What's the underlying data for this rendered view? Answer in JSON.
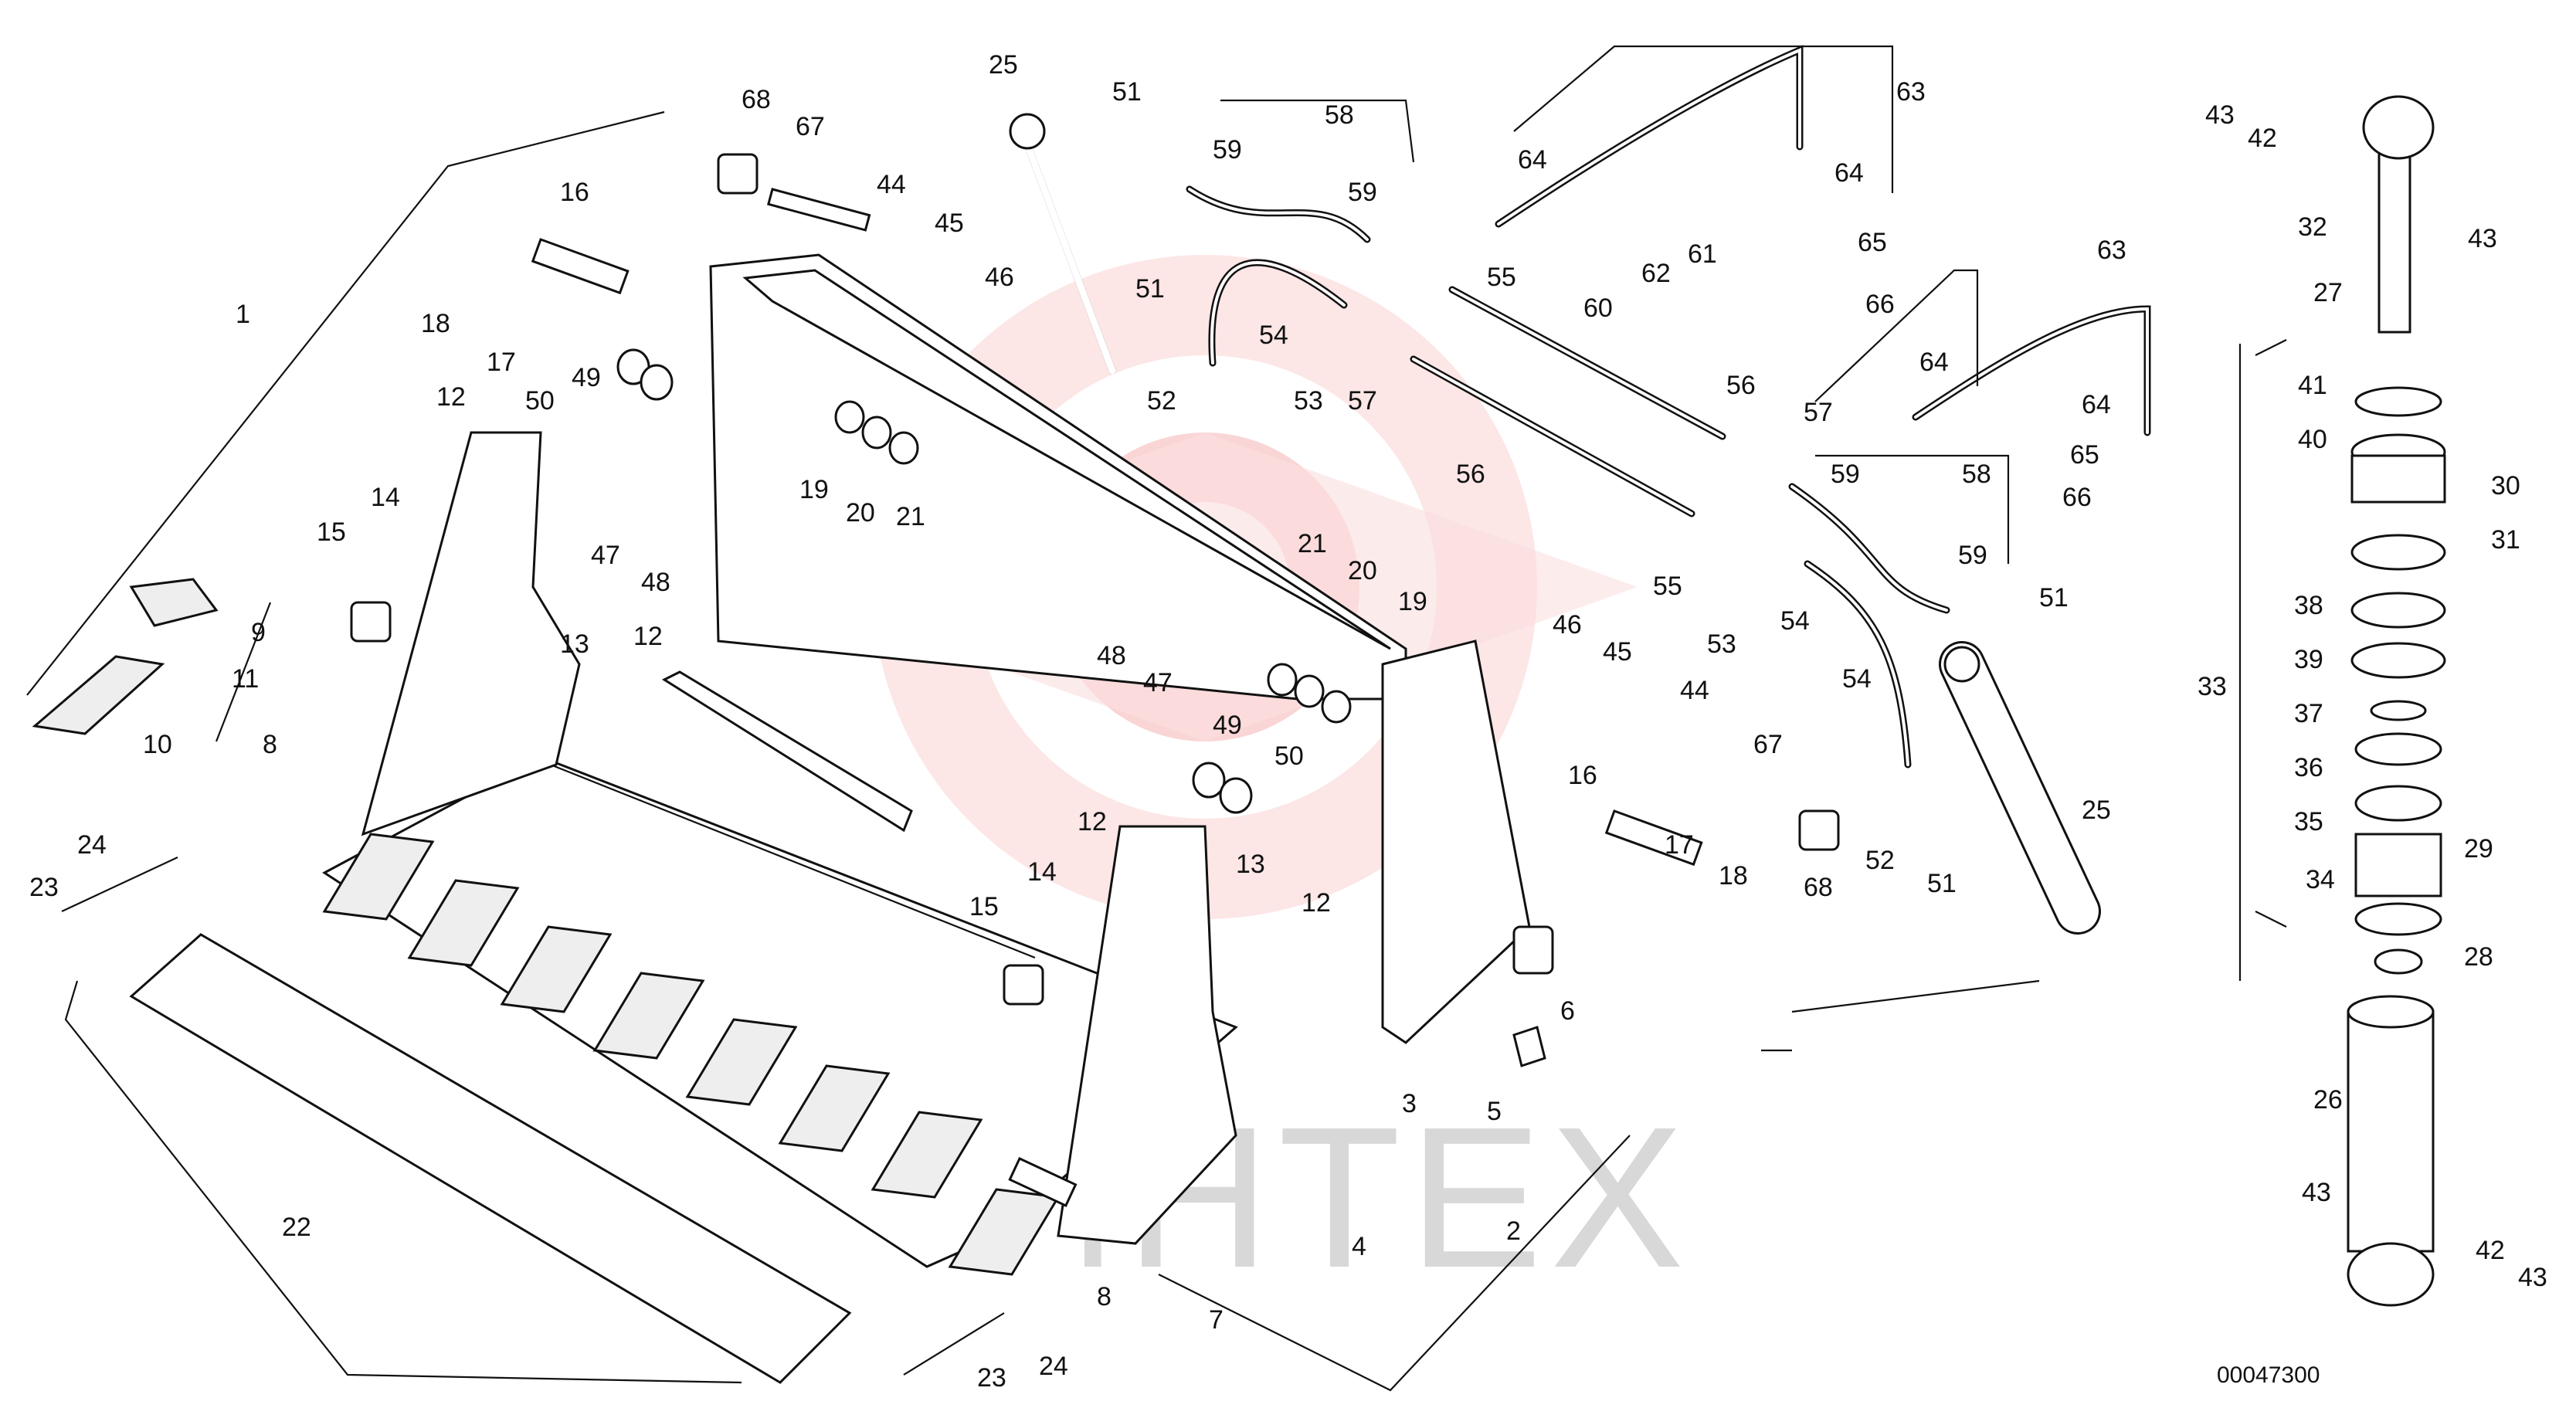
{
  "diagram": {
    "reference_number": "00047300",
    "watermark_text": "ИНТЕХ",
    "watermark_color": "#f6b3b3",
    "callouts": [
      {
        "id": "c1",
        "label": "1"
      },
      {
        "id": "c2",
        "label": "2"
      },
      {
        "id": "c3",
        "label": "3"
      },
      {
        "id": "c4",
        "label": "4"
      },
      {
        "id": "c5",
        "label": "5"
      },
      {
        "id": "c6",
        "label": "6"
      },
      {
        "id": "c7",
        "label": "7"
      },
      {
        "id": "c8a",
        "label": "8"
      },
      {
        "id": "c8b",
        "label": "8"
      },
      {
        "id": "c9",
        "label": "9"
      },
      {
        "id": "c10",
        "label": "10"
      },
      {
        "id": "c11",
        "label": "11"
      },
      {
        "id": "c12a",
        "label": "12"
      },
      {
        "id": "c12b",
        "label": "12"
      },
      {
        "id": "c12c",
        "label": "12"
      },
      {
        "id": "c12d",
        "label": "12"
      },
      {
        "id": "c13a",
        "label": "13"
      },
      {
        "id": "c13b",
        "label": "13"
      },
      {
        "id": "c14a",
        "label": "14"
      },
      {
        "id": "c14b",
        "label": "14"
      },
      {
        "id": "c15a",
        "label": "15"
      },
      {
        "id": "c15b",
        "label": "15"
      },
      {
        "id": "c16a",
        "label": "16"
      },
      {
        "id": "c16b",
        "label": "16"
      },
      {
        "id": "c17a",
        "label": "17"
      },
      {
        "id": "c17b",
        "label": "17"
      },
      {
        "id": "c18a",
        "label": "18"
      },
      {
        "id": "c18b",
        "label": "18"
      },
      {
        "id": "c19a",
        "label": "19"
      },
      {
        "id": "c19b",
        "label": "19"
      },
      {
        "id": "c20a",
        "label": "20"
      },
      {
        "id": "c20b",
        "label": "20"
      },
      {
        "id": "c21a",
        "label": "21"
      },
      {
        "id": "c21b",
        "label": "21"
      },
      {
        "id": "c22",
        "label": "22"
      },
      {
        "id": "c23a",
        "label": "23"
      },
      {
        "id": "c23b",
        "label": "23"
      },
      {
        "id": "c24a",
        "label": "24"
      },
      {
        "id": "c24b",
        "label": "24"
      },
      {
        "id": "c25a",
        "label": "25"
      },
      {
        "id": "c25b",
        "label": "25"
      },
      {
        "id": "c26",
        "label": "26"
      },
      {
        "id": "c27",
        "label": "27"
      },
      {
        "id": "c28",
        "label": "28"
      },
      {
        "id": "c29",
        "label": "29"
      },
      {
        "id": "c30",
        "label": "30"
      },
      {
        "id": "c31",
        "label": "31"
      },
      {
        "id": "c32",
        "label": "32"
      },
      {
        "id": "c33",
        "label": "33"
      },
      {
        "id": "c34",
        "label": "34"
      },
      {
        "id": "c35",
        "label": "35"
      },
      {
        "id": "c36",
        "label": "36"
      },
      {
        "id": "c37",
        "label": "37"
      },
      {
        "id": "c38",
        "label": "38"
      },
      {
        "id": "c39",
        "label": "39"
      },
      {
        "id": "c40",
        "label": "40"
      },
      {
        "id": "c41",
        "label": "41"
      },
      {
        "id": "c42a",
        "label": "42"
      },
      {
        "id": "c42b",
        "label": "42"
      },
      {
        "id": "c43a",
        "label": "43"
      },
      {
        "id": "c43b",
        "label": "43"
      },
      {
        "id": "c43c",
        "label": "43"
      },
      {
        "id": "c43d",
        "label": "43"
      },
      {
        "id": "c44a",
        "label": "44"
      },
      {
        "id": "c44b",
        "label": "44"
      },
      {
        "id": "c45a",
        "label": "45"
      },
      {
        "id": "c45b",
        "label": "45"
      },
      {
        "id": "c46a",
        "label": "46"
      },
      {
        "id": "c46b",
        "label": "46"
      },
      {
        "id": "c47a",
        "label": "47"
      },
      {
        "id": "c47b",
        "label": "47"
      },
      {
        "id": "c48a",
        "label": "48"
      },
      {
        "id": "c48b",
        "label": "48"
      },
      {
        "id": "c49a",
        "label": "49"
      },
      {
        "id": "c49b",
        "label": "49"
      },
      {
        "id": "c50a",
        "label": "50"
      },
      {
        "id": "c50b",
        "label": "50"
      },
      {
        "id": "c51a",
        "label": "51"
      },
      {
        "id": "c51b",
        "label": "51"
      },
      {
        "id": "c51c",
        "label": "51"
      },
      {
        "id": "c51d",
        "label": "51"
      },
      {
        "id": "c52a",
        "label": "52"
      },
      {
        "id": "c52b",
        "label": "52"
      },
      {
        "id": "c53a",
        "label": "53"
      },
      {
        "id": "c53b",
        "label": "53"
      },
      {
        "id": "c54a",
        "label": "54"
      },
      {
        "id": "c54b",
        "label": "54"
      },
      {
        "id": "c54c",
        "label": "54"
      },
      {
        "id": "c55a",
        "label": "55"
      },
      {
        "id": "c55b",
        "label": "55"
      },
      {
        "id": "c56a",
        "label": "56"
      },
      {
        "id": "c56b",
        "label": "56"
      },
      {
        "id": "c57a",
        "label": "57"
      },
      {
        "id": "c57b",
        "label": "57"
      },
      {
        "id": "c58a",
        "label": "58"
      },
      {
        "id": "c58b",
        "label": "58"
      },
      {
        "id": "c59a",
        "label": "59"
      },
      {
        "id": "c59b",
        "label": "59"
      },
      {
        "id": "c59c",
        "label": "59"
      },
      {
        "id": "c59d",
        "label": "59"
      },
      {
        "id": "c60",
        "label": "60"
      },
      {
        "id": "c61",
        "label": "61"
      },
      {
        "id": "c62",
        "label": "62"
      },
      {
        "id": "c63a",
        "label": "63"
      },
      {
        "id": "c63b",
        "label": "63"
      },
      {
        "id": "c64a",
        "label": "64"
      },
      {
        "id": "c64b",
        "label": "64"
      },
      {
        "id": "c64c",
        "label": "64"
      },
      {
        "id": "c64d",
        "label": "64"
      },
      {
        "id": "c65a",
        "label": "65"
      },
      {
        "id": "c65b",
        "label": "65"
      },
      {
        "id": "c66a",
        "label": "66"
      },
      {
        "id": "c66b",
        "label": "66"
      },
      {
        "id": "c67a",
        "label": "67"
      },
      {
        "id": "c67b",
        "label": "67"
      },
      {
        "id": "c68a",
        "label": "68"
      },
      {
        "id": "c68b",
        "label": "68"
      }
    ]
  }
}
